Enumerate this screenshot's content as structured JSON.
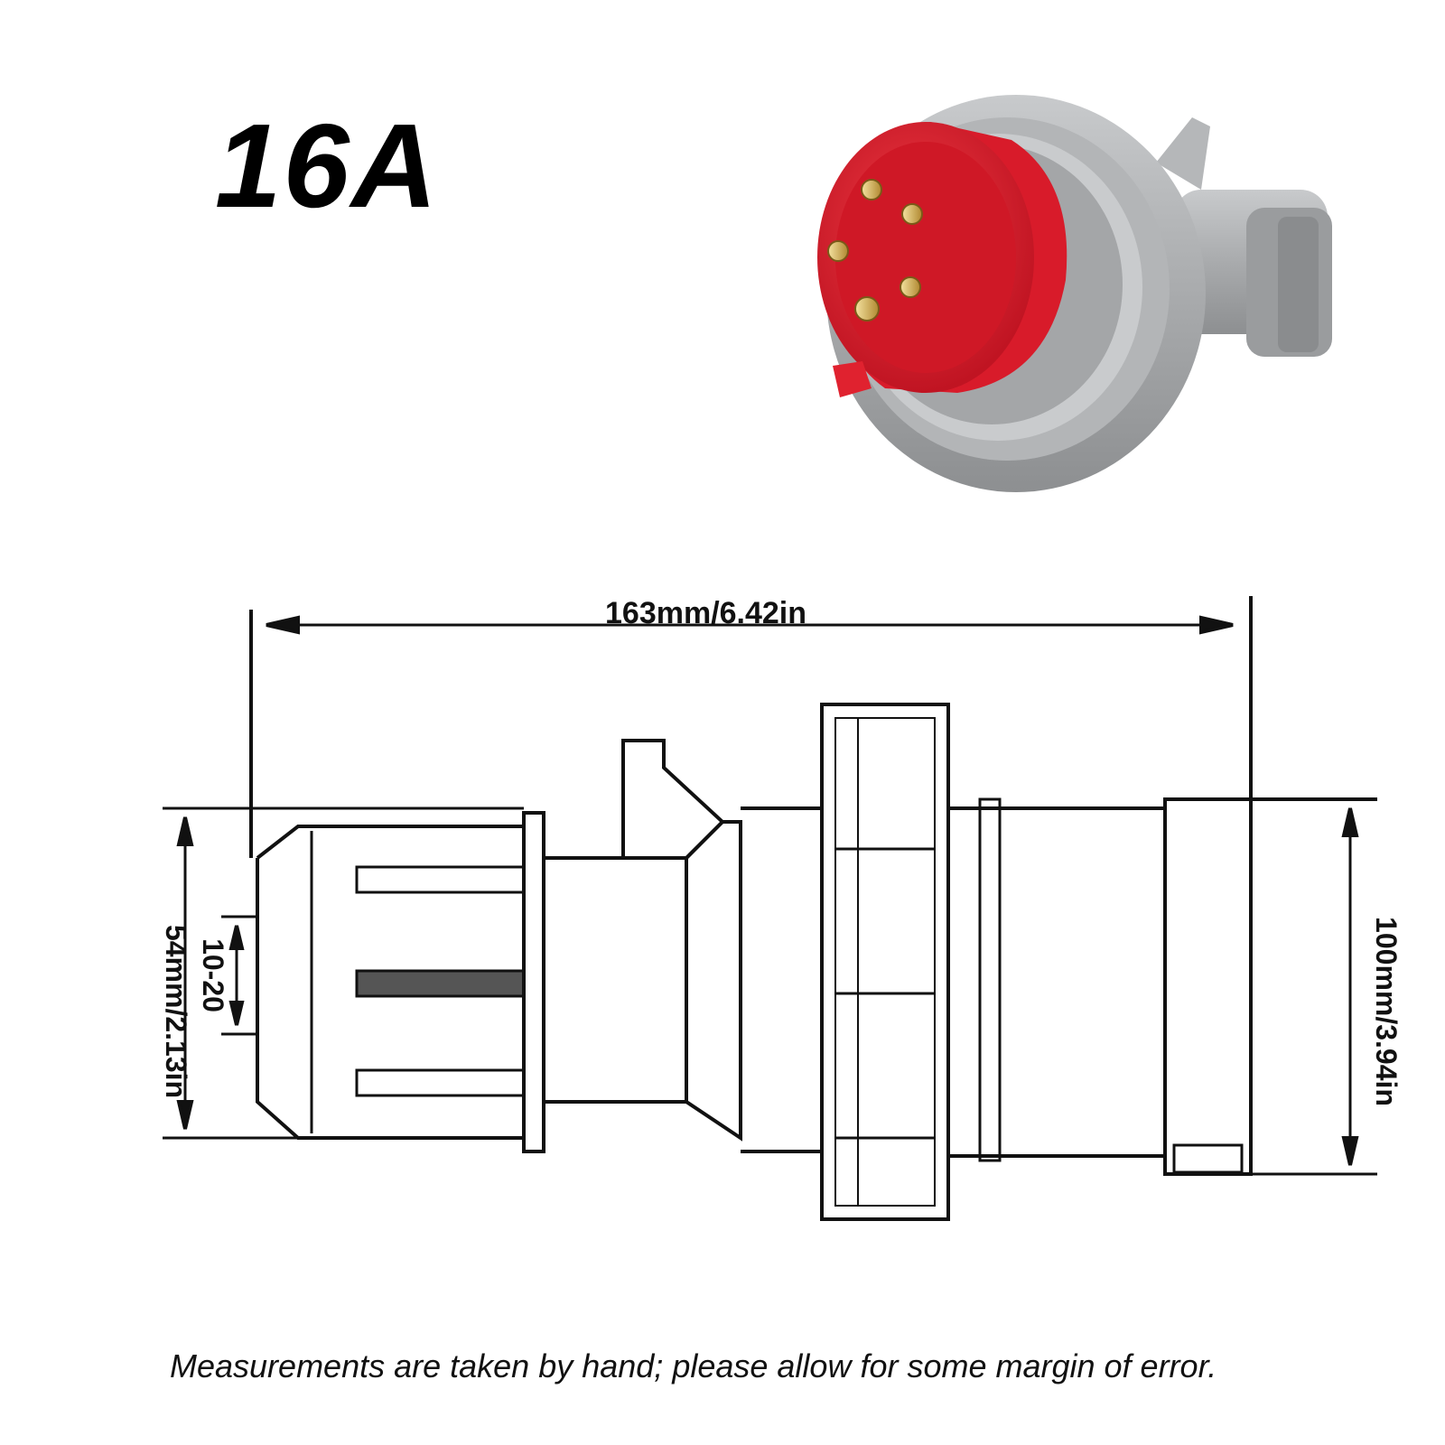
{
  "title": "16A",
  "product": {
    "body_color": "#e01b2b",
    "housing_color": "#a7a9ab",
    "pin_color": "#c9a24a",
    "pin_count": 5
  },
  "dimensions": {
    "length": "163mm/6.42in",
    "front_diameter": "54mm/2.13in",
    "cable_range": "10-20",
    "max_diameter": "100mm/3.94in"
  },
  "disclaimer": "Measurements are taken by hand; please allow for some margin of error."
}
